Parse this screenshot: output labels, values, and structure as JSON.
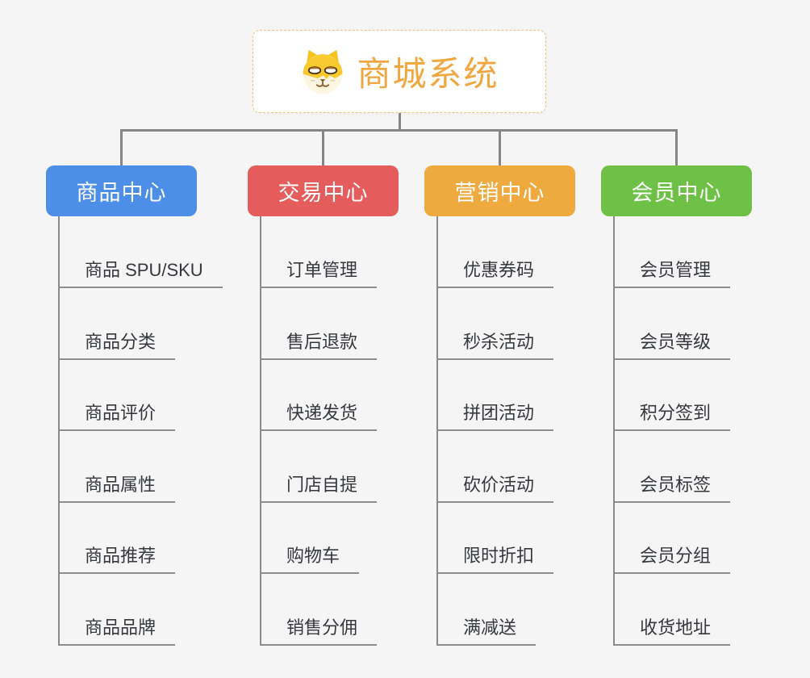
{
  "root": {
    "title": "商城系统",
    "title_color": "#f0a73f",
    "border_color": "#f2c27c",
    "icon": "dog-face-icon"
  },
  "connector_color": "#868686",
  "branches": [
    {
      "label": "商品中心",
      "color": "#4c8ee8",
      "items": [
        "商品 SPU/SKU",
        "商品分类",
        "商品评价",
        "商品属性",
        "商品推荐",
        "商品品牌"
      ]
    },
    {
      "label": "交易中心",
      "color": "#e45c5c",
      "items": [
        "订单管理",
        "售后退款",
        "快递发货",
        "门店自提",
        "购物车",
        "销售分佣"
      ]
    },
    {
      "label": "营销中心",
      "color": "#eea93f",
      "items": [
        "优惠券码",
        "秒杀活动",
        "拼团活动",
        "砍价活动",
        "限时折扣",
        "满减送"
      ]
    },
    {
      "label": "会员中心",
      "color": "#6ec047",
      "items": [
        "会员管理",
        "会员等级",
        "积分签到",
        "会员标签",
        "会员分组",
        "收货地址"
      ]
    }
  ]
}
